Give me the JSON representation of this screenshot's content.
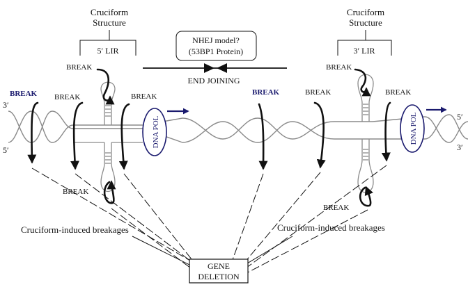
{
  "labels": {
    "cruciform_left_line1": "Cruciform",
    "cruciform_left_line2": "Structure",
    "cruciform_right_line1": "Cruciform",
    "cruciform_right_line2": "Structure",
    "lir_left": "5′ LIR",
    "lir_right": "3′ LIR",
    "nhej_line1": "NHEJ model?",
    "nhej_line2": "(53BP1 Protein)",
    "end_joining": "END JOINING",
    "break": "BREAK",
    "dna_pol": "DNA POL",
    "cruciform_breakages": "Cruciform-induced breakages",
    "gene": "GENE",
    "deletion": "DELETION",
    "three_prime": "3′",
    "five_prime": "5′"
  },
  "colors": {
    "strand": "#8a8a8a",
    "arrow": "#111111",
    "polymerase": "#1a1a6e",
    "break_blue": "#1a1a6e"
  }
}
